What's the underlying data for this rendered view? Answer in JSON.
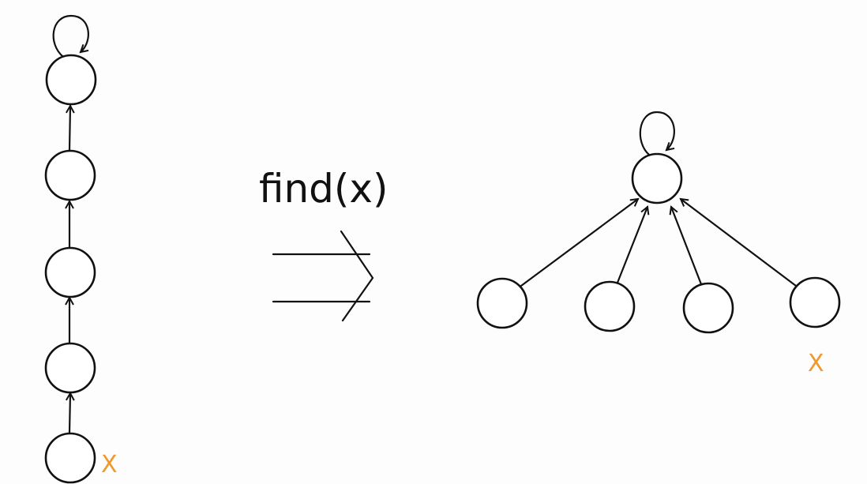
{
  "operation_label": "find(x)",
  "left_tree": {
    "node_count": 5,
    "marked_node_label": "X"
  },
  "right_tree": {
    "child_count": 4,
    "marked_node_label": "X"
  },
  "colors": {
    "stroke": "#111111",
    "marker": "#f0982e"
  }
}
